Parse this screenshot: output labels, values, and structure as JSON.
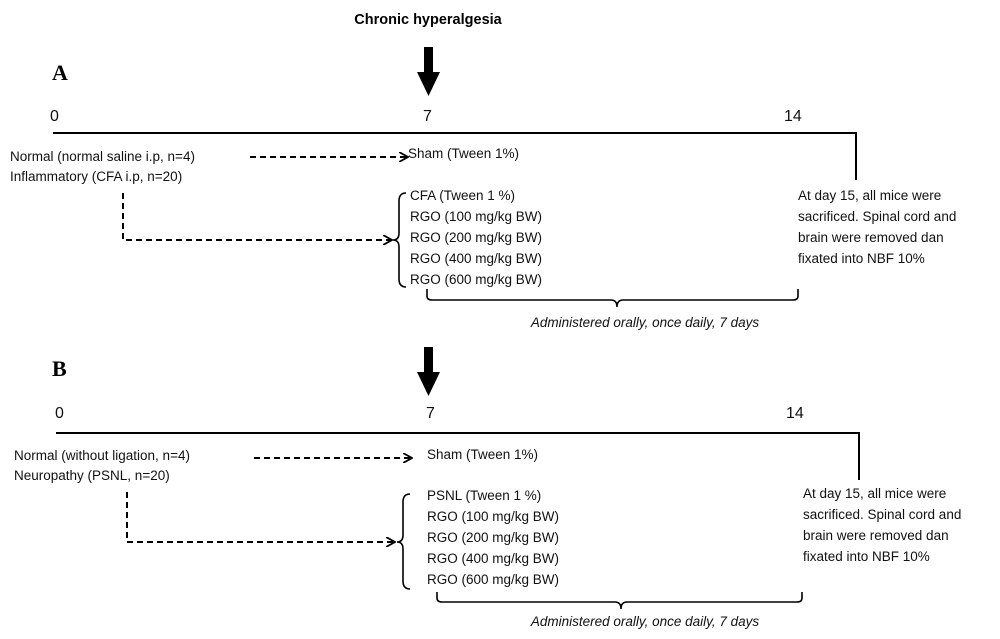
{
  "header": "Chronic hyperalgesia",
  "panels": [
    {
      "label": "A",
      "timeline": {
        "day0": "0",
        "day7": "7",
        "day14": "14"
      },
      "initial_groups": [
        "Normal (normal saline i.p, n=4)",
        "Inflammatory (CFA i.p, n=20)"
      ],
      "sham": "Sham (Tween 1%)",
      "treatments": [
        "CFA (Tween 1 %)",
        "RGO (100 mg/kg BW)",
        "RGO (200 mg/kg BW)",
        "RGO (400 mg/kg BW)",
        "RGO (600 mg/kg BW)"
      ],
      "administration": "Administered orally, once daily, 7 days",
      "endpoint": [
        "At day 15, all mice were",
        "sacrificed. Spinal cord and",
        "brain were removed dan",
        "fixated into NBF 10%"
      ]
    },
    {
      "label": "B",
      "timeline": {
        "day0": "0",
        "day7": "7",
        "day14": "14"
      },
      "initial_groups": [
        "Normal (without ligation, n=4)",
        "Neuropathy (PSNL, n=20)"
      ],
      "sham": "Sham (Tween 1%)",
      "treatments": [
        "PSNL (Tween 1 %)",
        "RGO (100 mg/kg BW)",
        "RGO (200 mg/kg BW)",
        "RGO (400 mg/kg BW)",
        "RGO (600 mg/kg BW)"
      ],
      "administration": "Administered orally, once daily, 7 days",
      "endpoint": [
        "At day 15, all mice were",
        "sacrificed. Spinal cord and",
        "brain were removed dan",
        "fixated into NBF 10%"
      ]
    }
  ]
}
